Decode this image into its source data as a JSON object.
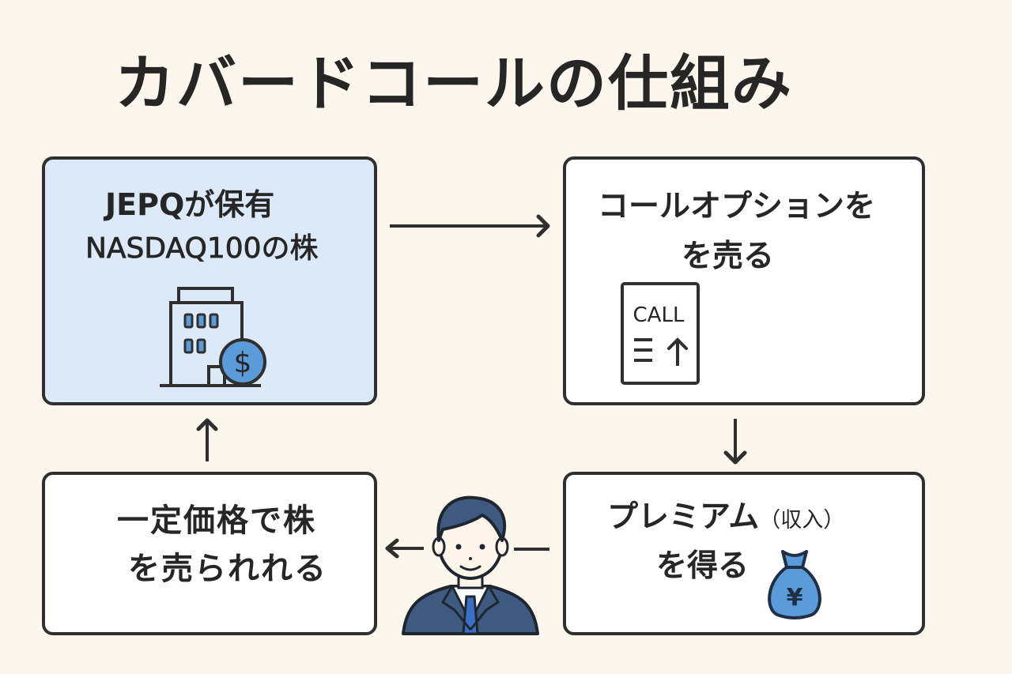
{
  "title": "カバードコールの仕組み",
  "steps": [
    {
      "id": "hold",
      "line1": "JEPQが保有",
      "line2": "NASDAQ100の株",
      "icon": "building-dollar-icon",
      "highlight": true
    },
    {
      "id": "sell-call",
      "line1": "コールオプションを",
      "line2": "を売る",
      "icon": "call-document-icon",
      "icon_text": "CALL"
    },
    {
      "id": "premium",
      "line1": "プレミアム",
      "line1_note": "（収入）",
      "line2": "を得る",
      "icon": "yen-money-bag-icon"
    },
    {
      "id": "called-away",
      "line1": "一定価格で株",
      "line2": "を売られれる"
    }
  ],
  "figure": {
    "icon": "businessman-icon"
  },
  "colors": {
    "background": "#fdf6ed",
    "highlight_box": "#dbe9f8",
    "accent_blue": "#5b9bd9",
    "suit_navy": "#3e5a80",
    "ink": "#262626"
  }
}
